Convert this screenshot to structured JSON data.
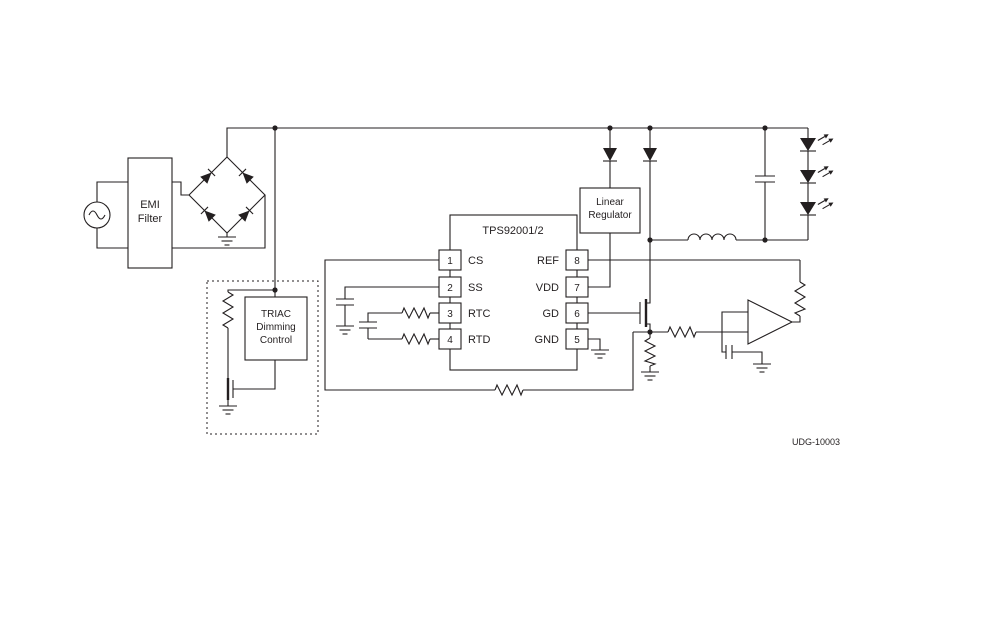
{
  "ic": {
    "name": "TPS92001/2",
    "pins_left": [
      {
        "num": "1",
        "label": "CS"
      },
      {
        "num": "2",
        "label": "SS"
      },
      {
        "num": "3",
        "label": "RTC"
      },
      {
        "num": "4",
        "label": "RTD"
      }
    ],
    "pins_right": [
      {
        "num": "8",
        "label": "REF"
      },
      {
        "num": "7",
        "label": "VDD"
      },
      {
        "num": "6",
        "label": "GD"
      },
      {
        "num": "5",
        "label": "GND"
      }
    ]
  },
  "blocks": {
    "emi_filter": [
      "EMI",
      "Filter"
    ],
    "triac_dimming": [
      "TRIAC",
      "Dimming",
      "Control"
    ],
    "linear_regulator": [
      "Linear",
      "Regulator"
    ]
  },
  "note": "UDG-10003",
  "colors": {
    "line": "#231f20",
    "background": "#ffffff"
  }
}
